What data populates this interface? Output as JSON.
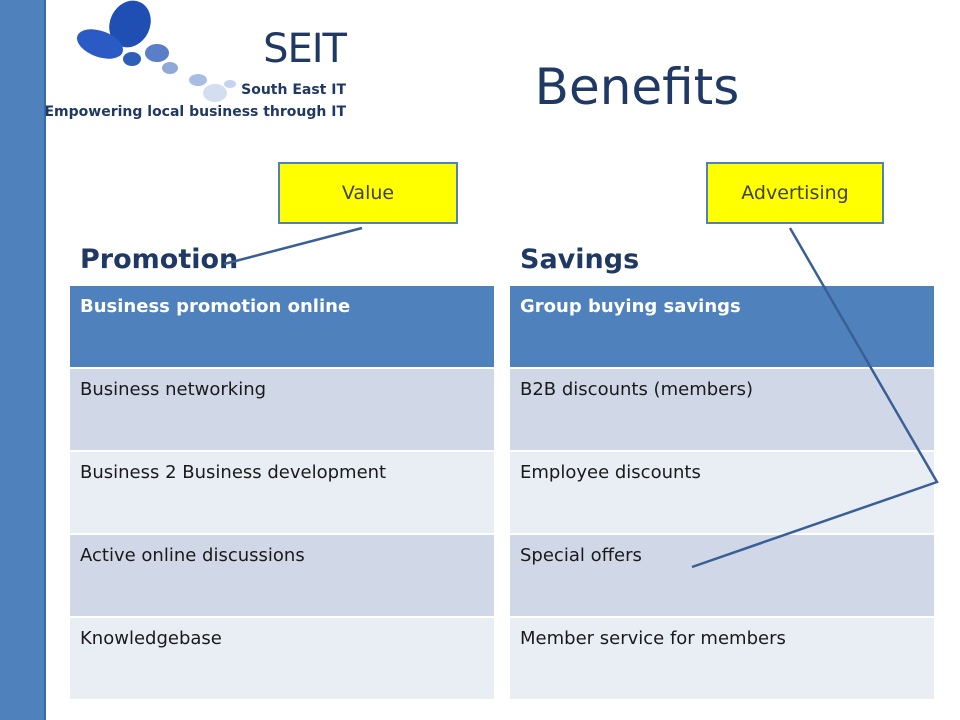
{
  "logo": {
    "name": "SEIT",
    "subtitle": "South East IT",
    "tagline": "Empowering local business through IT"
  },
  "slide": {
    "title": "Benefits"
  },
  "callouts": {
    "value": "Value",
    "advertising": "Advertising"
  },
  "promotion": {
    "heading": "Promotion",
    "header": "Business promotion online",
    "rows": [
      "Business networking",
      "Business 2 Business development",
      "Active online discussions",
      "Knowledgebase"
    ]
  },
  "savings": {
    "heading": "Savings",
    "header": "Group buying savings",
    "rows": [
      "B2B discounts (members)",
      "Employee discounts",
      "Special offers",
      "Member service for members"
    ]
  },
  "colors": {
    "accent": "#4f81bd",
    "title_text": "#1f3864",
    "callout_fill": "#ffff00"
  }
}
